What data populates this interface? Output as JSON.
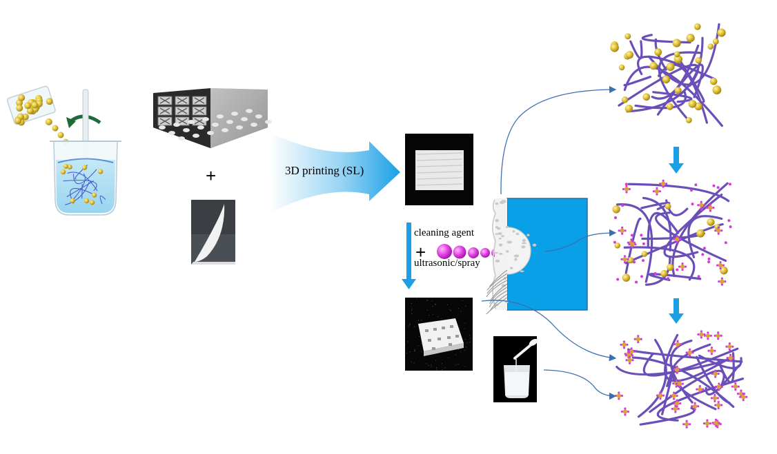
{
  "labels": {
    "printing": "3D printing (SL)",
    "cleaning_agent": "cleaning agent",
    "ultrasonic_spray": "ultrasonic/spray",
    "plus": "+"
  },
  "icons": {
    "beaker": "beaker-pouring-icon",
    "lattice": "lattice-model-icon",
    "resin": "resin-paste-photo",
    "printed_part": "printed-block-photo",
    "cleaned_part": "cleaned-part-photo",
    "slurry": "slurry-photo",
    "removal": "surface-cleaning-diagram",
    "network": "polymer-network-icon"
  },
  "colors": {
    "polymer_chain": "#6a4fb8",
    "bead": "#c9a227",
    "cleaning_agent": "#d63bd6",
    "process_arrow": "#1ba0e6",
    "connector_line": "#3a6fb0",
    "cleaning_cell": "#0aa0e8"
  }
}
